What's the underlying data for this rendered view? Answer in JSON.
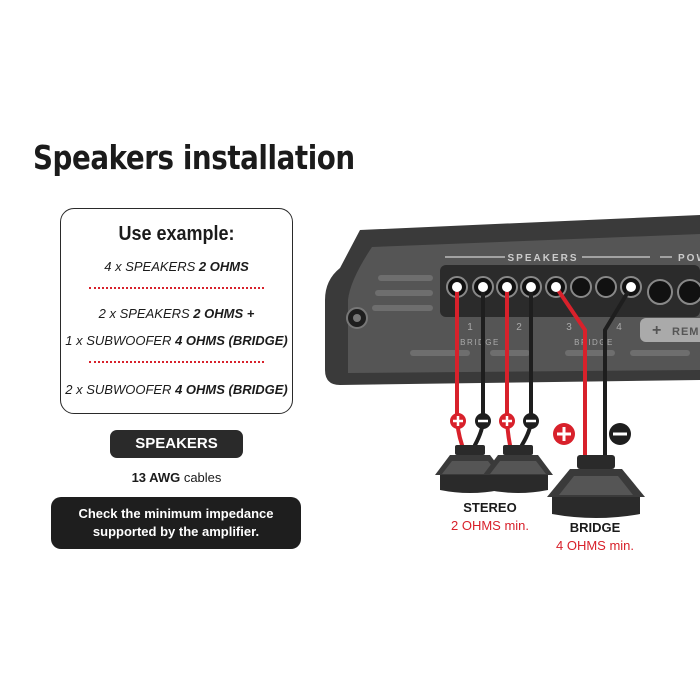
{
  "title": "Speakers installation",
  "example": {
    "heading": "Use example:",
    "line1_pre": "4 x SPEAKERS ",
    "line1_bold": "2 OHMS",
    "line2_pre": "2 x SPEAKERS ",
    "line2_bold": "2 OHMS +",
    "line3_pre": "1 x SUBWOOFER  ",
    "line3_bold": "4 OHMS (BRIDGE)",
    "line4_pre": "2 x SUBWOOFER ",
    "line4_bold": "4 OHMS (BRIDGE)"
  },
  "pill_label": "SPEAKERS",
  "cable": {
    "gauge": "13 AWG",
    "suffix": " cables"
  },
  "note": "Check the minimum impedance supported by the amplifier.",
  "amp": {
    "speakers_label": "SPEAKERS",
    "power_label": "POWE",
    "bridge_label_1": "BRIDGE",
    "bridge_label_2": "BRIDGE",
    "remote_label": "REM",
    "channel_labels": [
      "1",
      "2",
      "3",
      "4"
    ]
  },
  "stereo": {
    "label": "STEREO",
    "spec": "2 OHMS min."
  },
  "bridge": {
    "label": "BRIDGE",
    "spec": "4 OHMS min."
  },
  "colors": {
    "red": "#d8212b",
    "dark": "#2a2a2a",
    "amp_body": "#3a3a3a",
    "amp_panel": "#6b6b6b"
  },
  "icons": [
    "plus-icon",
    "minus-icon",
    "speaker-icon",
    "screw-icon"
  ]
}
